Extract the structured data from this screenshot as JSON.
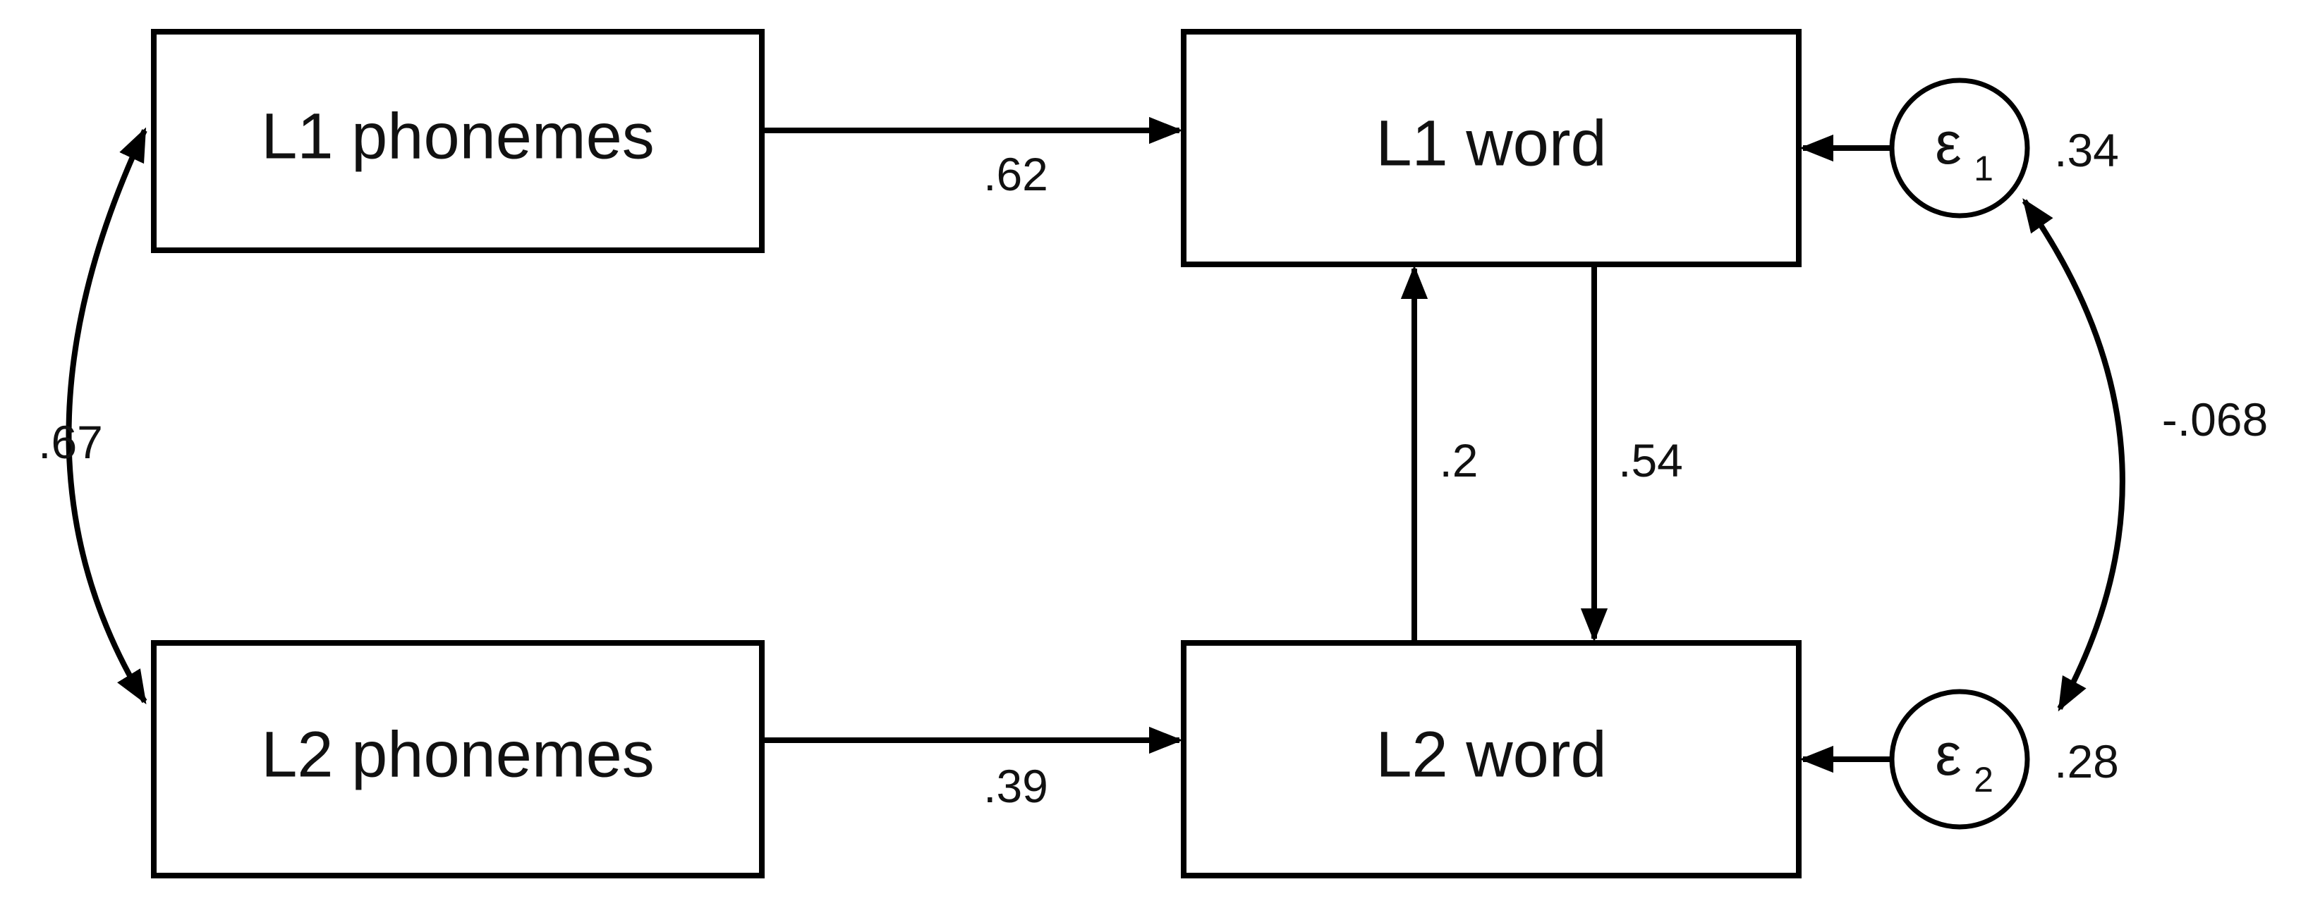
{
  "nodes": {
    "l1_phonemes": "L1 phonemes",
    "l2_phonemes": "L2 phonemes",
    "l1_word": "L1 word",
    "l2_word": "L2 word"
  },
  "errors": {
    "e1": {
      "symbol": "ε",
      "subscript": "1",
      "variance": ".34"
    },
    "e2": {
      "symbol": "ε",
      "subscript": "2",
      "variance": ".28"
    }
  },
  "paths": {
    "l1_phonemes_to_l1_word": ".62",
    "l2_phonemes_to_l2_word": ".39",
    "l2_word_to_l1_word": ".2",
    "l1_word_to_l2_word": ".54",
    "phonemes_covariance": ".67",
    "error_covariance": "-.068"
  }
}
